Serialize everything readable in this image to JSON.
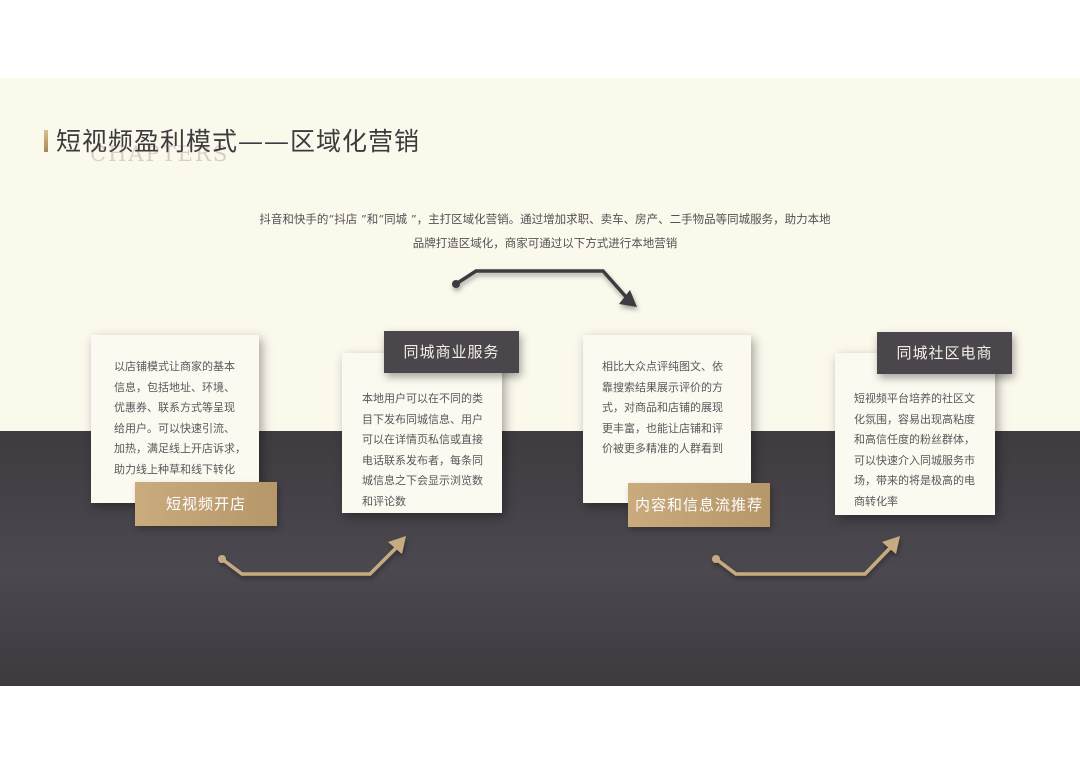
{
  "title": "短视频盈利模式——区域化营销",
  "title_watermark": "CHAPTERS",
  "intro": {
    "line1": "抖音和快手的“抖店 ”和“同城 ”，主打区域化营销。通过增加求职、卖车、房产、二手物品等同城服务，助力本地",
    "line2": "品牌打造区域化，商家可通过以下方式进行本地营销"
  },
  "cards": [
    {
      "label": "短视频开店",
      "lines": [
        "以店铺模式让商家的基本",
        "信息，包括地址、环境、",
        "优惠券、联系方式等呈现",
        "给用户。可以快速引流、",
        "加热，满足线上开店诉求，",
        "助力线上种草和线下转化"
      ]
    },
    {
      "label": "同城商业服务",
      "lines": [
        "本地用户可以在不同的类",
        "目下发布同城信息、用户",
        "可以在详情页私信或直接",
        "电话联系发布者，每条同",
        "城信息之下会显示浏览数",
        "和评论数"
      ]
    },
    {
      "label": "内容和信息流推荐",
      "lines": [
        "相比大众点评纯图文、依",
        "靠搜索结果展示评价的方",
        "式，对商品和店铺的展现",
        "更丰富，也能让店铺和评",
        "价被更多精准的人群看到"
      ]
    },
    {
      "label": "同城社区电商",
      "lines": [
        "短视频平台培养的社区文",
        "化氛围，容易出现高粘度",
        "和高信任度的粉丝群体，",
        "可以快速介入同城服务市",
        "场，带来的将是极高的电",
        "商转化率"
      ]
    }
  ],
  "colors": {
    "background": "#fbf8ec",
    "dark_band": "#46424a",
    "gold": "#c2a476",
    "dark_label": "#4a464b",
    "arrow_dark": "#3e3b3f",
    "arrow_gold": "#c6ab80"
  },
  "icons": [
    "arrow-right-icon"
  ]
}
